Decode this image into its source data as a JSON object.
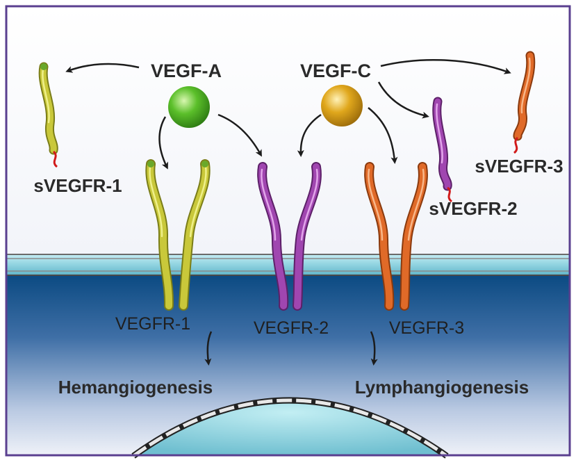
{
  "ligands": {
    "vegf_a": {
      "label": "VEGF-A",
      "color": "#5bbf2a"
    },
    "vegf_c": {
      "label": "VEGF-C",
      "color": "#e0a71c"
    }
  },
  "soluble_receptors": {
    "svegfr1": {
      "label": "sVEGFR-1",
      "color": "#c9c83a"
    },
    "svegfr2": {
      "label": "sVEGFR-2",
      "color": "#a046b0"
    },
    "svegfr3": {
      "label": "sVEGFR-3",
      "color": "#e06a28"
    }
  },
  "membrane_receptors": {
    "vegfr1": {
      "label": "VEGFR-1",
      "color": "#c9c83a"
    },
    "vegfr2": {
      "label": "VEGFR-2",
      "color": "#a046b0"
    },
    "vegfr3": {
      "label": "VEGFR-3",
      "color": "#e06a28"
    }
  },
  "outcomes": {
    "hemangiogenesis": "Hemangiogenesis",
    "lymphangiogenesis": "Lymphangiogenesis"
  },
  "colors": {
    "frame": "#5a3f8f",
    "membrane": "#8fd3e0",
    "cytoplasm_top": "#0d4f86",
    "cytoplasm_bottom": "#eef1f8",
    "nucleus": "#8fd0dc"
  }
}
